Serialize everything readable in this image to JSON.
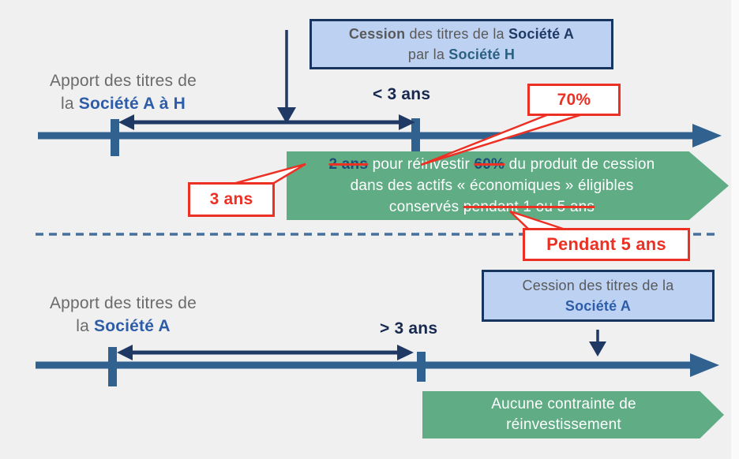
{
  "colors": {
    "background": "#f0f0f1",
    "navy_dark": "#1f3864",
    "timeline_steel_blue": "#31618f",
    "bright_blue_text": "#2d5da9",
    "teal_blue_text": "#2b5f80",
    "gray_text": "#595959",
    "green_arrow": "#5fac85",
    "red_accent": "#ed3024",
    "light_blue_box_bg": "#bdd2f2",
    "dashed_divider": "#46719e"
  },
  "top": {
    "cession_box": {
      "part_cession": "Cession",
      "part_mid": " des titres de la ",
      "part_societe_a": "Société A",
      "line2_prefix": "par la ",
      "part_societe_h": "Société H"
    },
    "apport_label": {
      "line1": "Apport des titres de",
      "line2_prefix": "la ",
      "line2_bold": "Société A à H"
    },
    "duration_label": "< 3 ans",
    "callout_70": "70%",
    "callout_3ans": "3 ans",
    "callout_pendant": "Pendant 5 ans",
    "green_arrow": {
      "strike_2ans": "2 ans",
      "seg1": " pour réinvestir ",
      "strike_60": "60%",
      "seg2": " du produit de cession",
      "line2": "dans des actifs « économiques » éligibles",
      "line3_prefix": "conservés ",
      "line3_strike": "pendant 1 ou 5 ans"
    }
  },
  "bottom": {
    "apport_label": {
      "line1": "Apport des titres de",
      "line2_prefix": "la ",
      "line2_bold": "Société A"
    },
    "duration_label": "> 3 ans",
    "cession_box": {
      "line1": "Cession des titres de la",
      "line2_bold": "Société A"
    },
    "green_arrow": {
      "line1": "Aucune contrainte de",
      "line2": "réinvestissement"
    }
  }
}
